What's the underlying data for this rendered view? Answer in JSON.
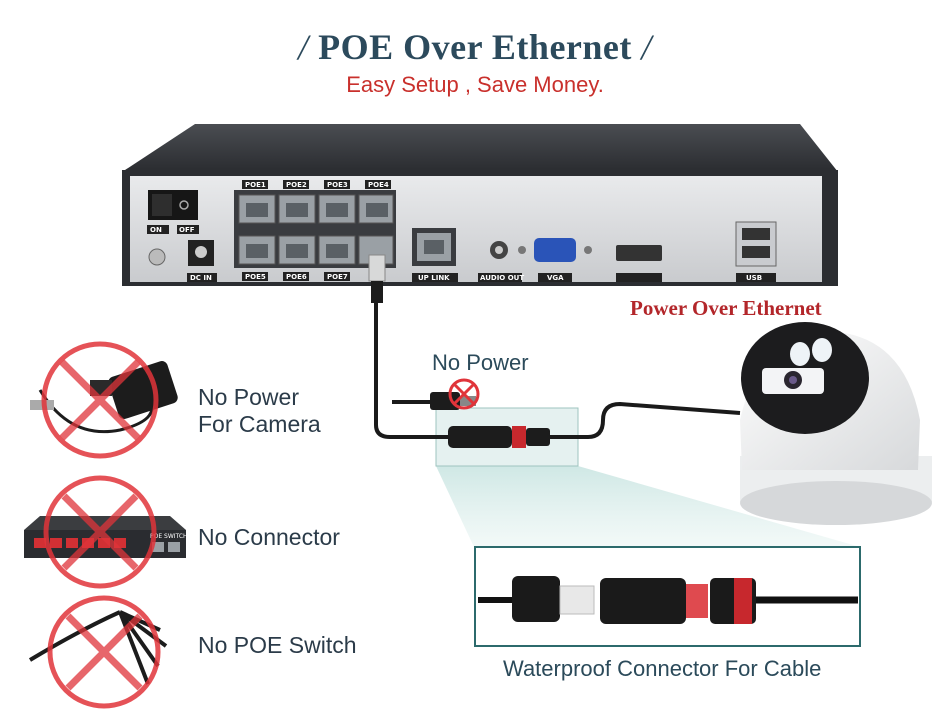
{
  "header": {
    "title": "POE Over Ethernet",
    "slash_left": "/",
    "slash_right": "/",
    "subtitle": "Easy Setup , Save Money."
  },
  "nvr": {
    "power_on": "ON",
    "power_off": "OFF",
    "dc_in": "DC IN",
    "ports_top": [
      "POE1",
      "POE2",
      "POE3",
      "POE4"
    ],
    "ports_bottom": [
      "POE5",
      "POE6",
      "POE7"
    ],
    "uplink": "UP LINK",
    "audio_out": "AUDIO OUT",
    "vga": "VGA",
    "usb": "USB"
  },
  "labels": {
    "power_over_ethernet": "Power Over Ethernet",
    "no_power_top": "No Power",
    "waterproof": "Waterproof Connector For Cable"
  },
  "comparisons": [
    {
      "line1": "No Power",
      "line2": "For Camera"
    },
    {
      "line1": "No Connector",
      "line2": ""
    },
    {
      "line1": "No POE Switch",
      "line2": ""
    }
  ],
  "switch_label": "POE SWITCH",
  "colors": {
    "title": "#2c4a5c",
    "subtitle": "#c9302c",
    "poe_label": "#b3262a",
    "cross": "#e0343a"
  }
}
